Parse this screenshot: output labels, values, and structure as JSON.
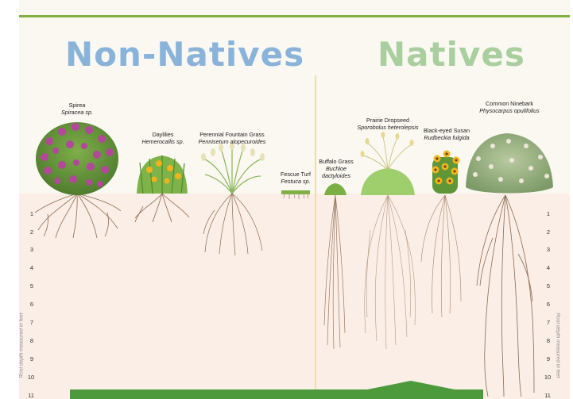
{
  "headings": {
    "left": "Non-Natives",
    "right": "Natives"
  },
  "plants": {
    "spirea": {
      "common": "Spirea",
      "scientific": "Spiracea sp."
    },
    "daylilies": {
      "common": "Daylilies",
      "scientific": "Hemerocallis sp."
    },
    "fountain": {
      "common": "Perennial Fountain Grass",
      "scientific": "Pennisetum alopecuroides"
    },
    "fescue": {
      "common": "Fescue Turf",
      "scientific": "Festuca sp."
    },
    "buffalo": {
      "common": "Buffalo Grass",
      "scientific": "Buchloe dactyloides"
    },
    "prairie": {
      "common": "Prairie Dropseed",
      "scientific": "Sporobolus heterolepsis"
    },
    "susan": {
      "common": "Black-eyed Susan",
      "scientific": "Rudbeckia fulgida"
    },
    "ninebark": {
      "common": "Common Ninebark",
      "scientific": "Physocarpus opulifolius"
    }
  },
  "depth_scale": {
    "labels": [
      "1",
      "2",
      "3",
      "4",
      "5",
      "6",
      "7",
      "8",
      "9",
      "10",
      "11"
    ],
    "caption": "Root depth measured in feet"
  },
  "colors": {
    "heading_left": "#8ab3da",
    "heading_right": "#a9cf9f",
    "top_bar": "#7fb044",
    "soil": "#fbeee6",
    "roots": "#8b6a4f",
    "bottom_band": "#4d9a3c"
  }
}
